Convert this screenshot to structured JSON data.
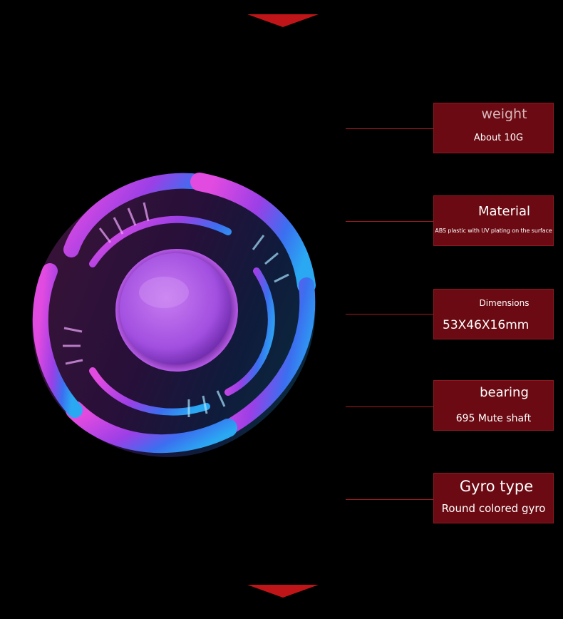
{
  "specs": [
    {
      "label": "weight",
      "value": "About 10G"
    },
    {
      "label": "Material",
      "value": "ABS plastic with UV plating on the surface"
    },
    {
      "label": "Dimensions",
      "value": "53X46X16mm"
    },
    {
      "label": "bearing",
      "value": "695 Mute shaft"
    },
    {
      "label": "Gyro type",
      "value": "Round colored gyro"
    }
  ],
  "colors": {
    "background": "#000000",
    "accent_red": "#c01518",
    "card_bg": "#6b0a12",
    "spinner_pink": "#d84ee8",
    "spinner_blue": "#2e8df0"
  }
}
